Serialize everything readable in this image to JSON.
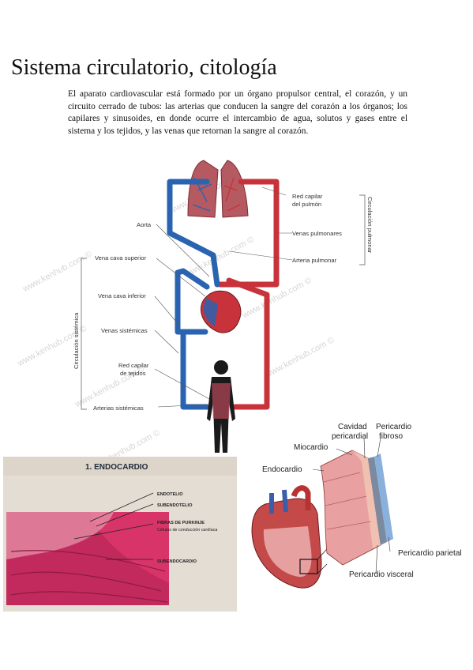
{
  "document": {
    "title": "Sistema circulatorio, citología",
    "intro_lines": [
      "El aparato cardiovascular está formado por un órgano propulsor central, el corazón, y un",
      "circuito cerrado de tubos: las arterias que conducen la sangre del corazón a los órganos;",
      "los capilares y sinusoides, en donde ocurre el intercambio de agua, solutos y gases entre",
      "el sistema y los tejidos, y las venas que retornan la sangre al corazón."
    ]
  },
  "circulation_diagram": {
    "watermark": "www.kenhub.com ©",
    "labels": {
      "red_capilar_pulmon_1": "Red capilar",
      "red_capilar_pulmon_2": "del pulmón",
      "aorta": "Aorta",
      "venas_pulmonares": "Venas pulmonares",
      "arteria_pulmonar": "Arteria pulmonar",
      "vena_cava_superior": "Vena cava superior",
      "vena_cava_inferior": "Vena cava inferior",
      "venas_sistemicas": "Venas sistémicas",
      "red_capilar_tejidos_1": "Red capilar",
      "red_capilar_tejidos_2": "de tejidos",
      "arterias_sistemicas": "Arterias sistémicas",
      "circulacion_pulmonar": "Circulación pulmonar",
      "circulacion_sistemica": "Circulación sistémica"
    },
    "colors": {
      "artery": "#c8323a",
      "vein": "#2a63b0"
    }
  },
  "histology": {
    "title": "1. ENDOCARDIO",
    "labels": {
      "endotelio": "ENDOTELIO",
      "subendotelio": "SUBENDOTELIO",
      "fibras_purkinje": "FIBRAS DE PURKINJE",
      "celulas_conduccion": "Células de conducción cardíaca",
      "subendocardio": "SUBENDOCARDIO"
    }
  },
  "heart_wall": {
    "labels": {
      "cavidad_1": "Cavidad",
      "cavidad_2": "pericardial",
      "pericardio_fibroso_1": "Pericardio",
      "pericardio_fibroso_2": "fibroso",
      "miocardio": "Miocardio",
      "endocardio": "Endocardio",
      "pericardio_parietal": "Pericardio parietal",
      "pericardio_visceral": "Pericardio visceral"
    }
  }
}
